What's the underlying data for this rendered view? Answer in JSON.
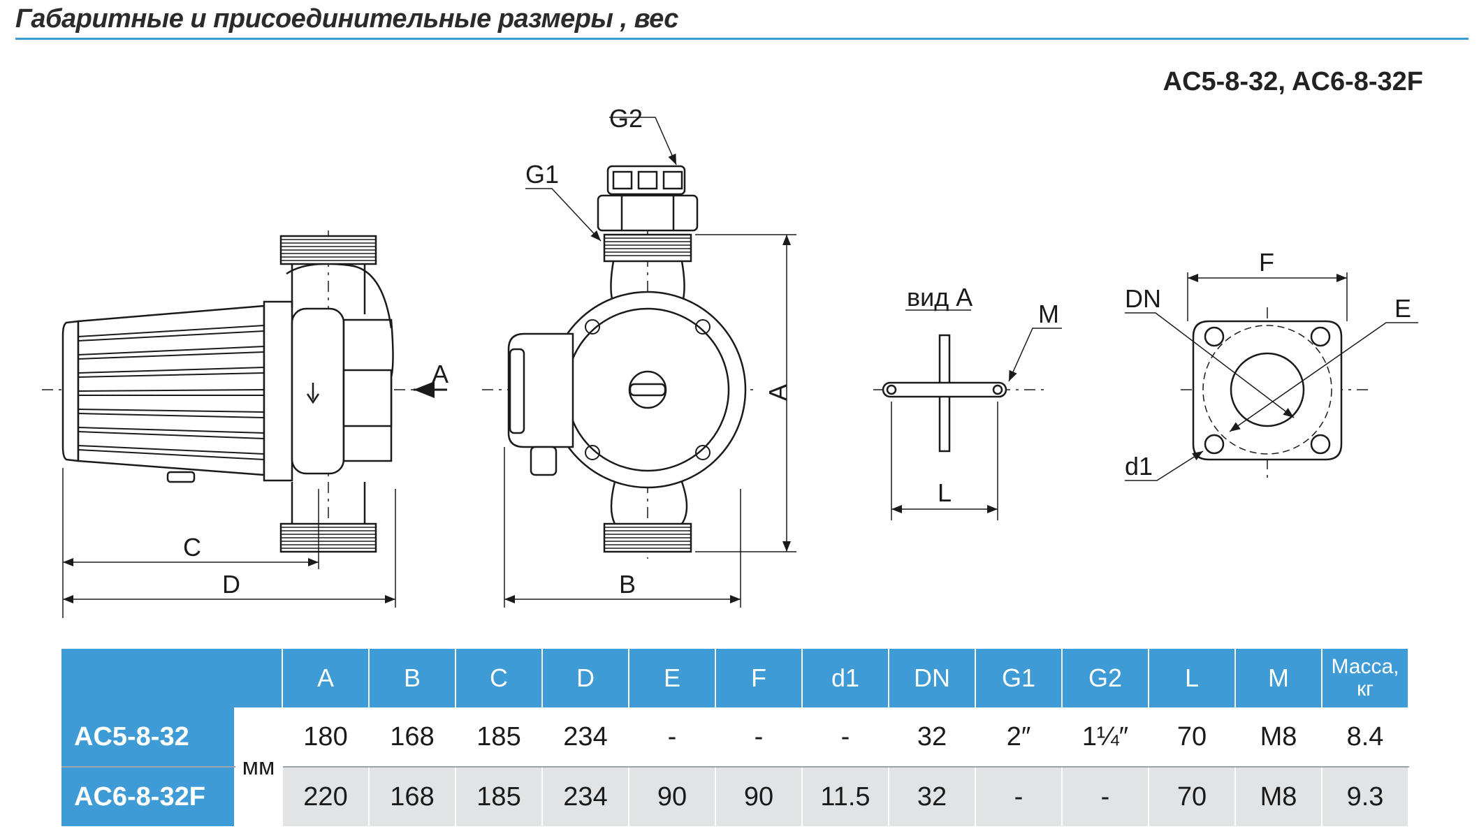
{
  "header": {
    "title": "Габаритные и присоединительные размеры , вес",
    "model_line": "AC5-8-32, AC6-8-32F"
  },
  "drawing_labels": {
    "A_arrow": "A",
    "C": "C",
    "D": "D",
    "G2": "G2",
    "G1": "G1",
    "A_dim": "A",
    "B": "B",
    "view_a": "вид А",
    "M": "M",
    "L": "L",
    "F": "F",
    "DN": "DN",
    "E": "E",
    "d1": "d1"
  },
  "table": {
    "columns": [
      "A",
      "B",
      "C",
      "D",
      "E",
      "F",
      "d1",
      "DN",
      "G1",
      "G2",
      "L",
      "M"
    ],
    "mass_header_line1": "Масса,",
    "mass_header_line2": "кг",
    "unit": "мм",
    "rows": [
      {
        "model": "AC5-8-32",
        "values": [
          "180",
          "168",
          "185",
          "234",
          "-",
          "-",
          "-",
          "32",
          "2″",
          "1¼″",
          "70",
          "M8"
        ],
        "mass": "8.4"
      },
      {
        "model": "AC6-8-32F",
        "values": [
          "220",
          "168",
          "185",
          "234",
          "90",
          "90",
          "11.5",
          "32",
          "-",
          "-",
          "70",
          "M8"
        ],
        "mass": "9.3"
      }
    ]
  }
}
